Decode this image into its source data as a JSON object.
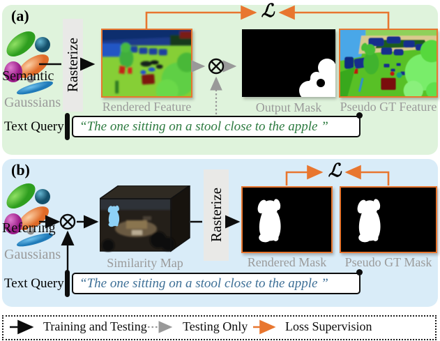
{
  "colors": {
    "accent_orange": "#e8762f",
    "panel_a_bg": "#dff3dc",
    "panel_b_bg": "#d9ecf8",
    "muted_label": "#9a9a9a",
    "query_green": "#2c7a3f",
    "query_blue": "#3d6f96"
  },
  "panel_a": {
    "tag": "(a)",
    "gaussians_title": "Semantic",
    "gaussians_subtitle": "Gaussians",
    "rasterize": "Rasterize",
    "rendered_label": "Rendered  Feature",
    "mask_label": "Output Mask",
    "pseudo_label": "Pseudo GT  Feature",
    "loss": "ℒ",
    "query_label": "Text Query",
    "query_text": "“The one sitting on a stool close to the apple ”"
  },
  "panel_b": {
    "tag": "(b)",
    "gaussians_title": "Referring",
    "gaussians_subtitle": "Gaussians",
    "rasterize": "Rasterize",
    "similarity_label": "Similarity Map",
    "rendered_label": "Rendered Mask",
    "pseudo_label": "Pseudo GT Mask",
    "loss": "ℒ",
    "query_label": "Text Query",
    "query_text": "“The one sitting on a stool close to the apple ”"
  },
  "legend": {
    "training": "Training and Testing",
    "testing": "Testing Only",
    "loss": "Loss Supervision"
  }
}
